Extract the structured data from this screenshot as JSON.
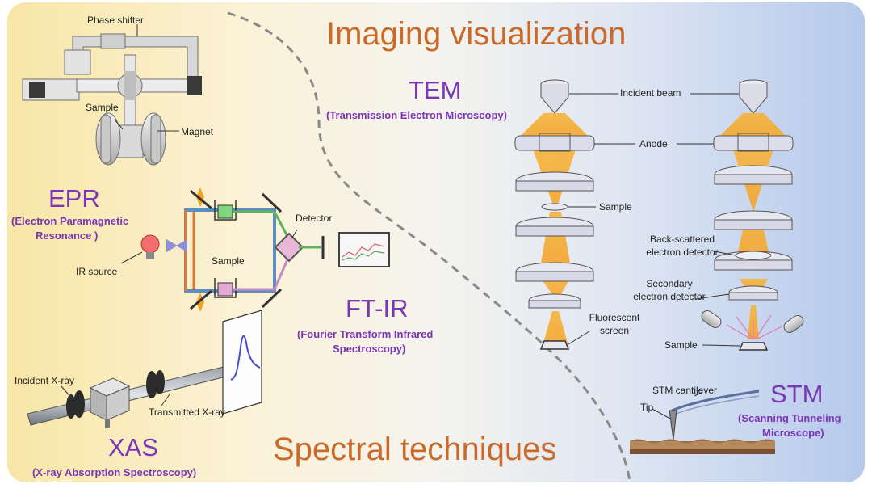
{
  "headings": {
    "imaging": "Imaging visualization",
    "spectral": "Spectral techniques"
  },
  "techniques": {
    "tem": {
      "acronym": "TEM",
      "full": "(Transmission Electron Microscopy)"
    },
    "epr": {
      "acronym": "EPR",
      "full_line1": "(Electron Paramagnetic",
      "full_line2": "Resonance )"
    },
    "ftir": {
      "acronym": "FT-IR",
      "full_line1": "(Fourier Transform Infrared",
      "full_line2": "Spectroscopy)"
    },
    "xas": {
      "acronym": "XAS",
      "full": "(X-ray Absorption Spectroscopy)"
    },
    "stm": {
      "acronym": "STM",
      "full_line1": "(Scanning Tunneling",
      "full_line2": "Microscope)"
    }
  },
  "labels": {
    "phase_shifter": "Phase shifter",
    "sample_epr": "Sample",
    "magnet": "Magnet",
    "detector": "Detector",
    "ir_source": "IR source",
    "sample_ftir": "Sample",
    "incident_xray": "Incident X-ray",
    "transmitted_xray": "Transmitted X-ray",
    "incident_beam": "Incident beam",
    "anode": "Anode",
    "sample_tem": "Sample",
    "fluorescent_line1": "Fluorescent",
    "fluorescent_line2": "screen",
    "backscattered_line1": "Back-scattered",
    "backscattered_line2": "electron detector",
    "secondary_line1": "Secondary",
    "secondary_line2": "electron detector",
    "sample_sem": "Sample",
    "stm_cantilever": "STM cantilever",
    "tip": "Tip"
  },
  "watermark": "八数锦冥",
  "colors": {
    "heading": "#c9692a",
    "acronym": "#7a36b4",
    "beam": "#f0a830",
    "lens": "#dcdcea",
    "divider": "#8a8a8a"
  }
}
